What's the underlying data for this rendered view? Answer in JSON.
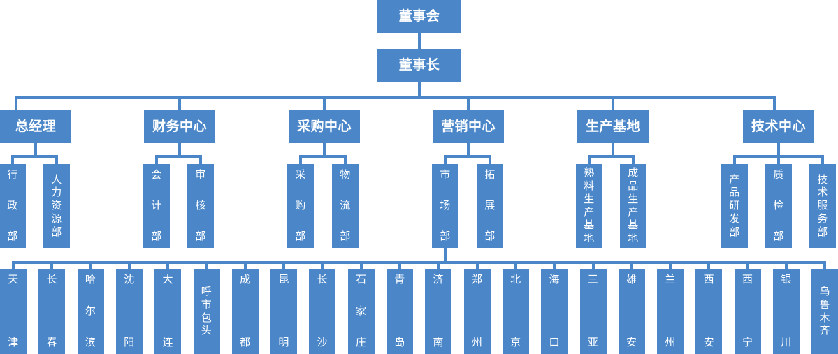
{
  "meta": {
    "title": "组织架构图",
    "accent_color": "#4a86c8",
    "text_color": "#ffffff",
    "background_color": "#ffffff"
  },
  "level0": {
    "board": "董事会",
    "chairman": "董事长"
  },
  "divisions": [
    {
      "label": "总经理",
      "children": [
        {
          "label": "行政部"
        },
        {
          "label": "人力资源部"
        }
      ]
    },
    {
      "label": "财务中心",
      "children": [
        {
          "label": "会计部"
        },
        {
          "label": "审核部"
        }
      ]
    },
    {
      "label": "采购中心",
      "children": [
        {
          "label": "采购部"
        },
        {
          "label": "物流部"
        }
      ]
    },
    {
      "label": "营销中心",
      "children": [
        {
          "label": "市场部"
        },
        {
          "label": "拓展部"
        }
      ]
    },
    {
      "label": "生产基地",
      "children": [
        {
          "label": "熟料生产基地"
        },
        {
          "label": "成品生产基地"
        }
      ]
    },
    {
      "label": "技术中心",
      "children": [
        {
          "label": "产品研发部"
        },
        {
          "label": "质检部"
        },
        {
          "label": "技术服务部"
        }
      ]
    }
  ],
  "branches": [
    {
      "label": "天津"
    },
    {
      "label": "长春"
    },
    {
      "label": "哈尔滨"
    },
    {
      "label": "沈阳"
    },
    {
      "label": "大连"
    },
    {
      "label": "呼市包头"
    },
    {
      "label": "成都"
    },
    {
      "label": "昆明"
    },
    {
      "label": "长沙"
    },
    {
      "label": "石家庄"
    },
    {
      "label": "青岛"
    },
    {
      "label": "济南"
    },
    {
      "label": "郑州"
    },
    {
      "label": "北京"
    },
    {
      "label": "海口"
    },
    {
      "label": "三亚"
    },
    {
      "label": "雄安"
    },
    {
      "label": "兰州"
    },
    {
      "label": "西安"
    },
    {
      "label": "西宁"
    },
    {
      "label": "银川"
    },
    {
      "label": "乌鲁木齐"
    }
  ]
}
